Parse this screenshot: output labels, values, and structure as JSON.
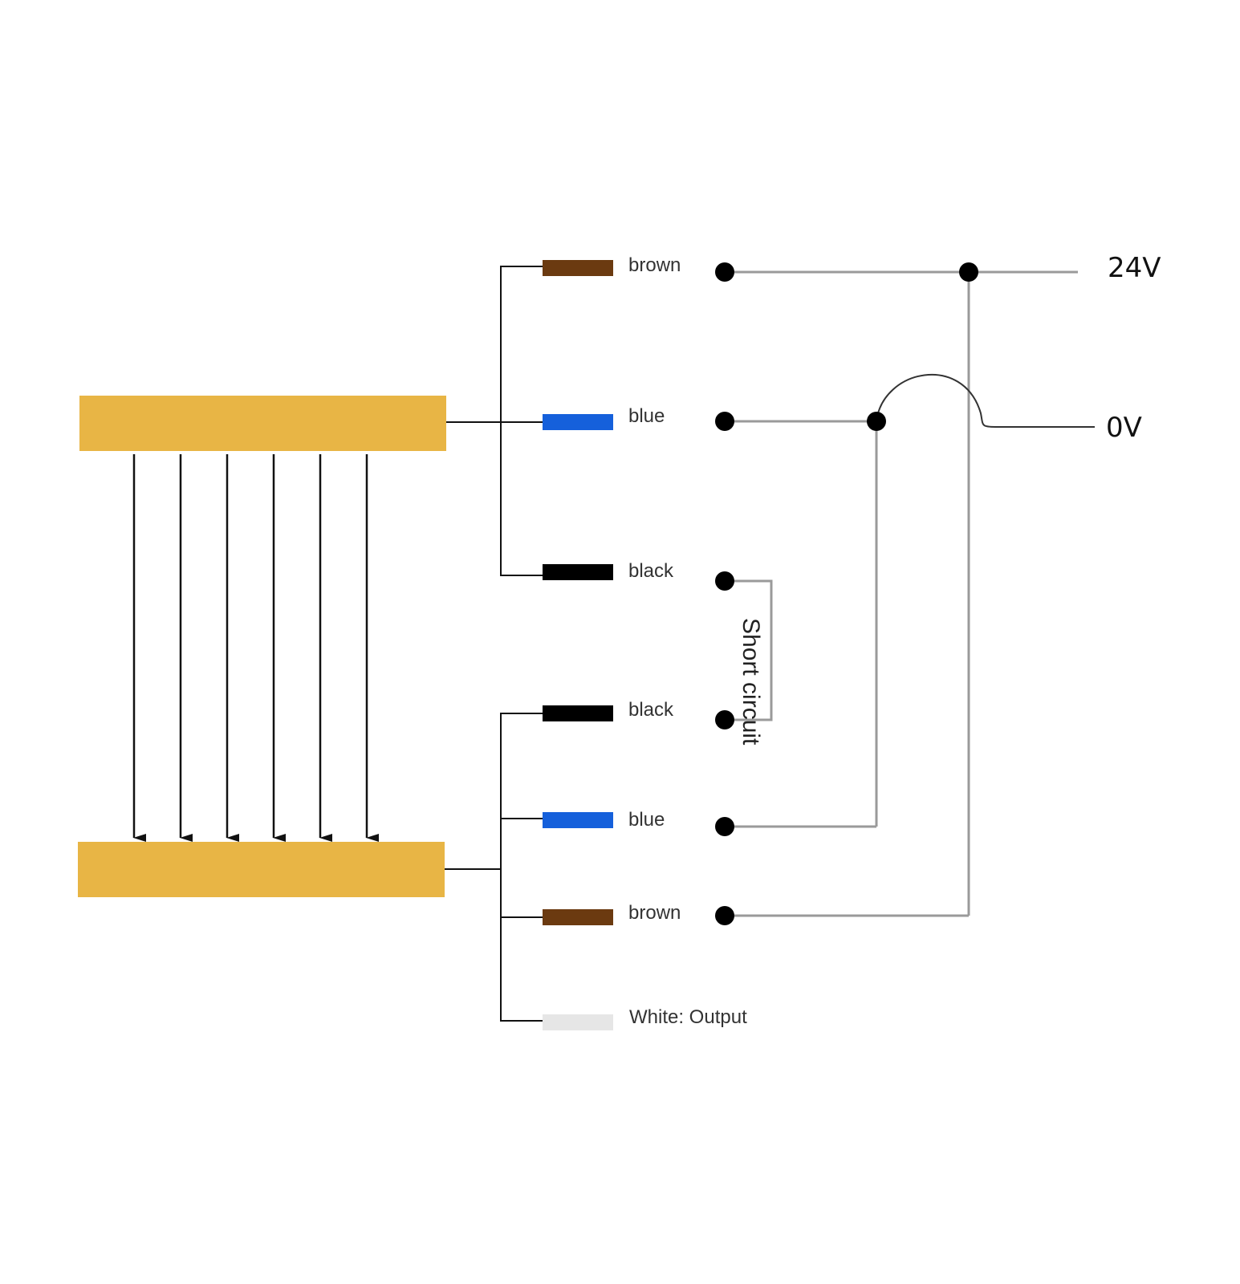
{
  "colors": {
    "bar": "#E8B545",
    "brown": "#6B3A10",
    "blue": "#1560DB",
    "black": "#000000",
    "white": "#E6E6E6"
  },
  "wires": {
    "emitter_brown": "brown",
    "emitter_blue": "blue",
    "emitter_black": "black",
    "receiver_black": "black",
    "receiver_blue": "blue",
    "receiver_brown": "brown",
    "receiver_white": "White: Output"
  },
  "supply": {
    "positive": "24V",
    "negative": "0V"
  },
  "short_circuit_label": "Short circuit",
  "beam_count": 6
}
